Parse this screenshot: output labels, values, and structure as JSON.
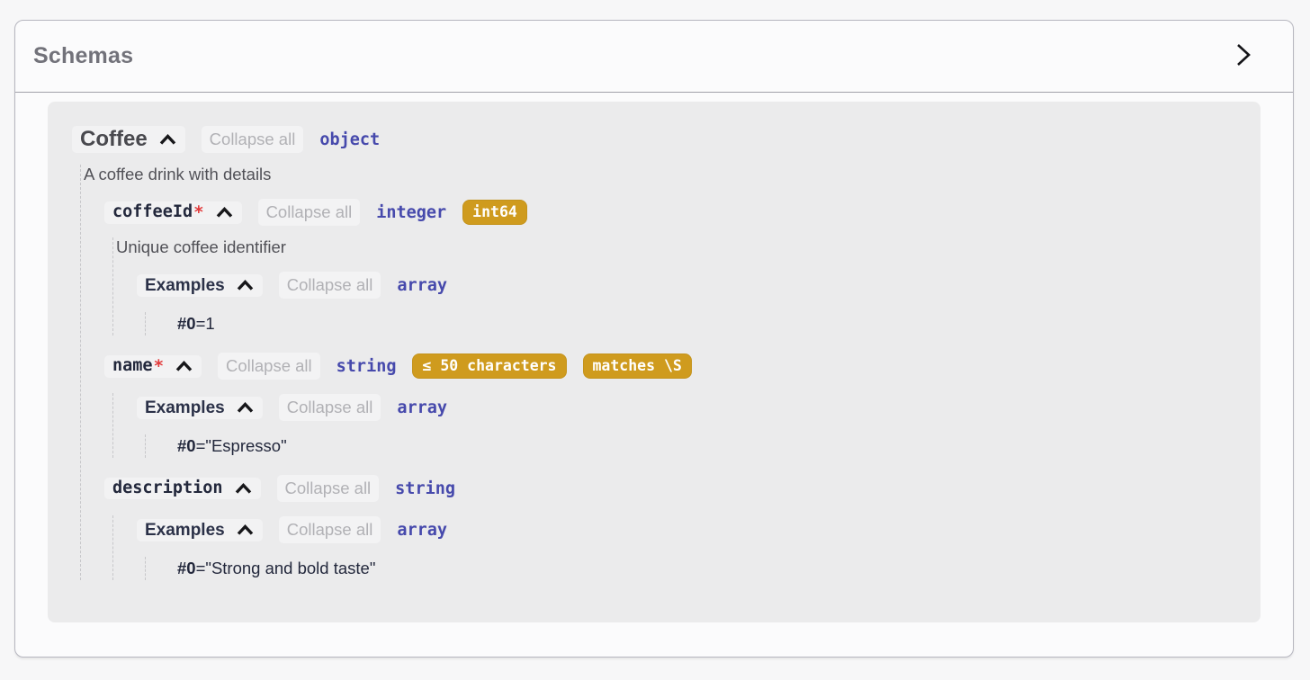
{
  "page": {
    "header": {
      "title": "Schemas"
    }
  },
  "labels": {
    "collapse_all": "Collapse all",
    "required_marker": "*"
  },
  "colors": {
    "type_accent": "#4649ac",
    "badge_gold": "#cf9b1e",
    "required_red": "#e23b3c",
    "panel_bg": "#ebebec"
  },
  "tree": {
    "name": "Coffee",
    "kind": "schema",
    "required": false,
    "type": "object",
    "description": "A coffee drink with details",
    "badges": [],
    "children": [
      {
        "name": "coffeeId",
        "kind": "property",
        "required": true,
        "type": "integer",
        "badges": [
          "int64"
        ],
        "description": "Unique coffee identifier",
        "children": [
          {
            "name": "Examples",
            "kind": "examples",
            "required": false,
            "type": "array",
            "badges": [],
            "items": [
              {
                "label": "#0",
                "value": "=1"
              }
            ]
          }
        ]
      },
      {
        "name": "name",
        "kind": "property",
        "required": true,
        "type": "string",
        "badges": [
          "≤ 50 characters",
          "matches \\S"
        ],
        "children": [
          {
            "name": "Examples",
            "kind": "examples",
            "required": false,
            "type": "array",
            "badges": [],
            "items": [
              {
                "label": "#0",
                "value": "=\"Espresso\""
              }
            ]
          }
        ]
      },
      {
        "name": "description",
        "kind": "property",
        "required": false,
        "type": "string",
        "badges": [],
        "children": [
          {
            "name": "Examples",
            "kind": "examples",
            "required": false,
            "type": "array",
            "badges": [],
            "items": [
              {
                "label": "#0",
                "value": "=\"Strong and bold taste\""
              }
            ]
          }
        ]
      }
    ]
  }
}
